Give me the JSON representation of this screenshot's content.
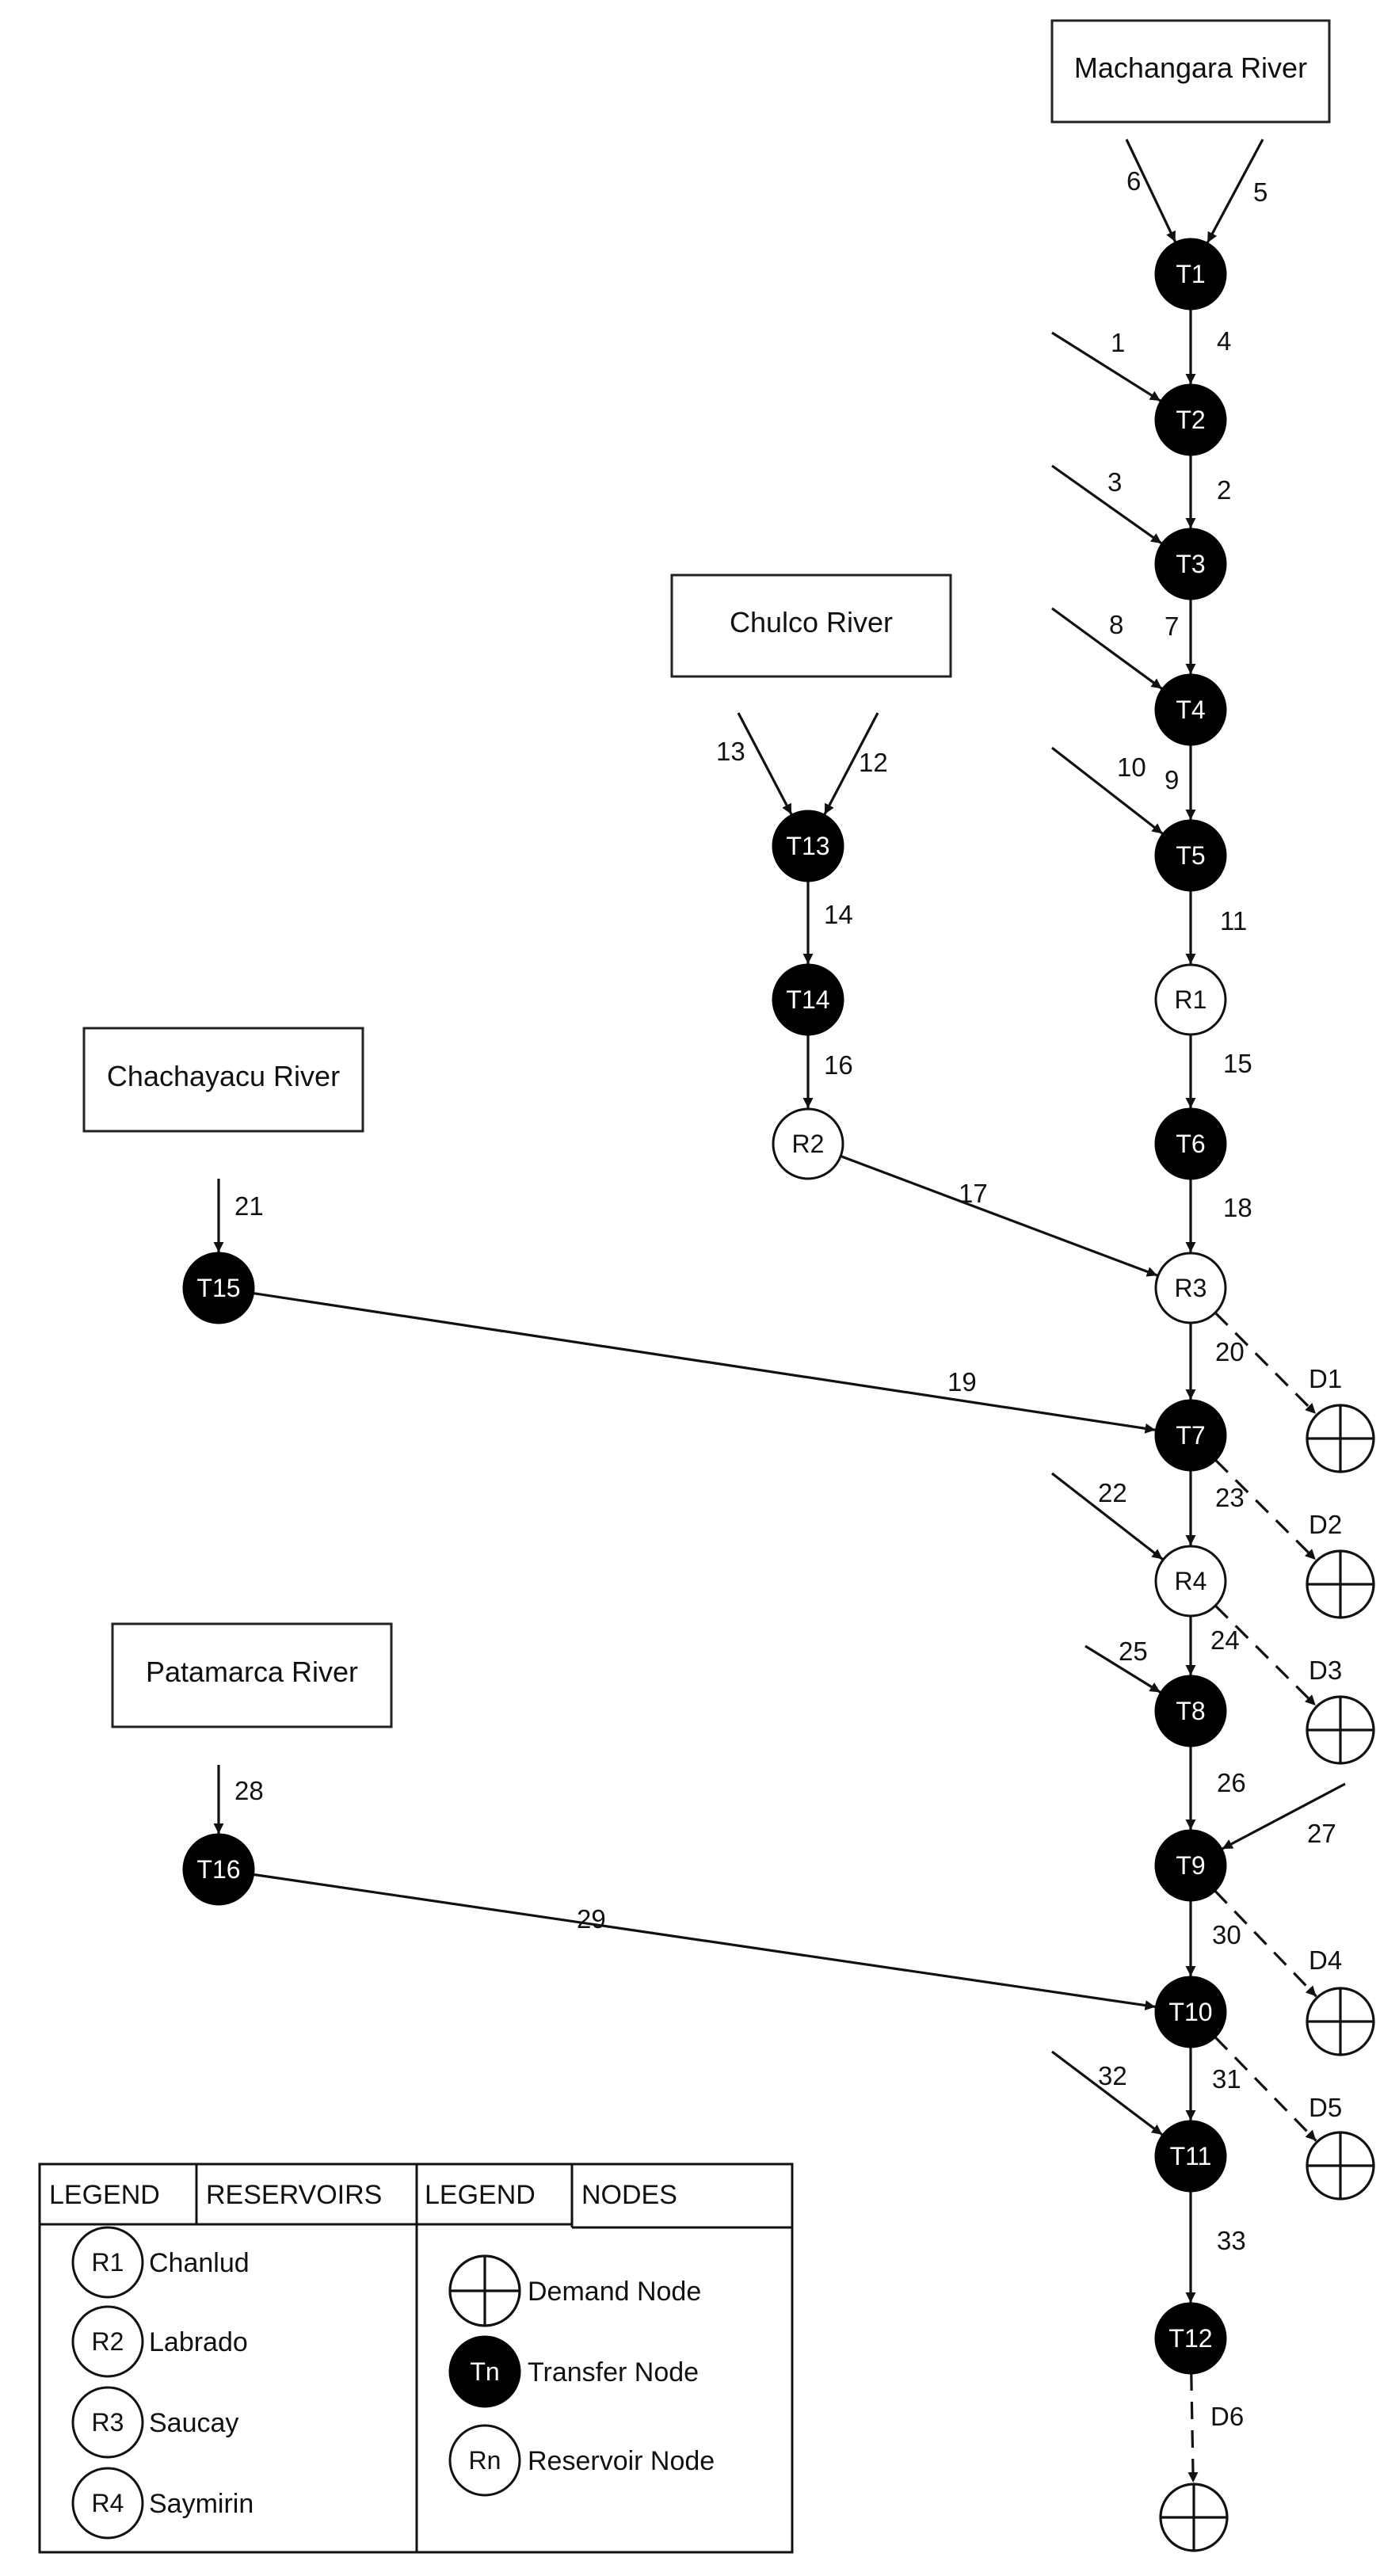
{
  "rivers": [
    {
      "id": "machangara",
      "label": "Machangara River"
    },
    {
      "id": "chulco",
      "label": "Chulco River"
    },
    {
      "id": "chachayacu",
      "label": "Chachayacu River"
    },
    {
      "id": "patamarca",
      "label": "Patamarca River"
    }
  ],
  "nodes": [
    {
      "id": "T1",
      "label": "T1",
      "type": "transfer"
    },
    {
      "id": "T2",
      "label": "T2",
      "type": "transfer"
    },
    {
      "id": "T3",
      "label": "T3",
      "type": "transfer"
    },
    {
      "id": "T4",
      "label": "T4",
      "type": "transfer"
    },
    {
      "id": "T5",
      "label": "T5",
      "type": "transfer"
    },
    {
      "id": "R1",
      "label": "R1",
      "type": "reservoir"
    },
    {
      "id": "T6",
      "label": "T6",
      "type": "transfer"
    },
    {
      "id": "R3",
      "label": "R3",
      "type": "reservoir"
    },
    {
      "id": "T7",
      "label": "T7",
      "type": "transfer"
    },
    {
      "id": "R4",
      "label": "R4",
      "type": "reservoir"
    },
    {
      "id": "T8",
      "label": "T8",
      "type": "transfer"
    },
    {
      "id": "T9",
      "label": "T9",
      "type": "transfer"
    },
    {
      "id": "T10",
      "label": "T10",
      "type": "transfer"
    },
    {
      "id": "T11",
      "label": "T11",
      "type": "transfer"
    },
    {
      "id": "T12",
      "label": "T12",
      "type": "transfer"
    },
    {
      "id": "T13",
      "label": "T13",
      "type": "transfer"
    },
    {
      "id": "T14",
      "label": "T14",
      "type": "transfer"
    },
    {
      "id": "R2",
      "label": "R2",
      "type": "reservoir"
    },
    {
      "id": "T15",
      "label": "T15",
      "type": "transfer"
    },
    {
      "id": "T16",
      "label": "T16",
      "type": "transfer"
    }
  ],
  "demands": [
    {
      "id": "D1",
      "label": "D1"
    },
    {
      "id": "D2",
      "label": "D2"
    },
    {
      "id": "D3",
      "label": "D3"
    },
    {
      "id": "D4",
      "label": "D4"
    },
    {
      "id": "D5",
      "label": "D5"
    },
    {
      "id": "D6",
      "label": "D6"
    }
  ],
  "links": [
    {
      "id": "6",
      "label": "6",
      "from": "Machangara River",
      "to": "T1"
    },
    {
      "id": "5",
      "label": "5",
      "from": "Machangara River",
      "to": "T1"
    },
    {
      "id": "4",
      "label": "4",
      "from": "T1",
      "to": "T2"
    },
    {
      "id": "1",
      "label": "1",
      "from": "inflow",
      "to": "T2"
    },
    {
      "id": "2",
      "label": "2",
      "from": "T2",
      "to": "T3"
    },
    {
      "id": "3",
      "label": "3",
      "from": "inflow",
      "to": "T3"
    },
    {
      "id": "7",
      "label": "7",
      "from": "T3",
      "to": "T4"
    },
    {
      "id": "8",
      "label": "8",
      "from": "inflow",
      "to": "T4"
    },
    {
      "id": "9",
      "label": "9",
      "from": "T4",
      "to": "T5"
    },
    {
      "id": "10",
      "label": "10",
      "from": "inflow",
      "to": "T5"
    },
    {
      "id": "11",
      "label": "11",
      "from": "T5",
      "to": "R1"
    },
    {
      "id": "15",
      "label": "15",
      "from": "R1",
      "to": "T6"
    },
    {
      "id": "18",
      "label": "18",
      "from": "T6",
      "to": "R3"
    },
    {
      "id": "13",
      "label": "13",
      "from": "Chulco River",
      "to": "T13"
    },
    {
      "id": "12",
      "label": "12",
      "from": "Chulco River",
      "to": "T13"
    },
    {
      "id": "14",
      "label": "14",
      "from": "T13",
      "to": "T14"
    },
    {
      "id": "16",
      "label": "16",
      "from": "T14",
      "to": "R2"
    },
    {
      "id": "17",
      "label": "17",
      "from": "R2",
      "to": "R3"
    },
    {
      "id": "21",
      "label": "21",
      "from": "Chachayacu River",
      "to": "T15"
    },
    {
      "id": "19",
      "label": "19",
      "from": "T15",
      "to": "T7"
    },
    {
      "id": "20",
      "label": "20",
      "from": "R3",
      "to": "T7"
    },
    {
      "id": "23",
      "label": "23",
      "from": "T7",
      "to": "R4"
    },
    {
      "id": "22",
      "label": "22",
      "from": "inflow",
      "to": "R4"
    },
    {
      "id": "24",
      "label": "24",
      "from": "R4",
      "to": "T8"
    },
    {
      "id": "25",
      "label": "25",
      "from": "inflow",
      "to": "T8"
    },
    {
      "id": "26",
      "label": "26",
      "from": "T8",
      "to": "T9"
    },
    {
      "id": "27",
      "label": "27",
      "from": "inflow",
      "to": "T9"
    },
    {
      "id": "28",
      "label": "28",
      "from": "Patamarca River",
      "to": "T16"
    },
    {
      "id": "29",
      "label": "29",
      "from": "T16",
      "to": "T10"
    },
    {
      "id": "30",
      "label": "30",
      "from": "T9",
      "to": "T10"
    },
    {
      "id": "31",
      "label": "31",
      "from": "T10",
      "to": "T11"
    },
    {
      "id": "32",
      "label": "32",
      "from": "inflow",
      "to": "T11"
    },
    {
      "id": "33",
      "label": "33",
      "from": "T11",
      "to": "T12"
    }
  ],
  "demand_links": [
    {
      "from": "R3",
      "to": "D1"
    },
    {
      "from": "T7",
      "to": "D2"
    },
    {
      "from": "R4",
      "to": "D3"
    },
    {
      "from": "T9",
      "to": "D4"
    },
    {
      "from": "T10",
      "to": "D5"
    },
    {
      "from": "T12",
      "to": "D6"
    }
  ],
  "legend": {
    "header_legend_1": "LEGEND",
    "header_reservoirs": "RESERVOIRS",
    "header_legend_2": "LEGEND",
    "header_nodes": "NODES",
    "reservoirs": [
      {
        "symbol": "R1",
        "name": "Chanlud"
      },
      {
        "symbol": "R2",
        "name": "Labrado"
      },
      {
        "symbol": "R3",
        "name": "Saucay"
      },
      {
        "symbol": "R4",
        "name": "Saymirin"
      }
    ],
    "node_types": [
      {
        "symbol": "",
        "name": "Demand Node",
        "kind": "demand"
      },
      {
        "symbol": "Tn",
        "name": "Transfer Node",
        "kind": "transfer"
      },
      {
        "symbol": "Rn",
        "name": "Reservoir Node",
        "kind": "reservoir"
      }
    ]
  },
  "colors": {
    "transfer_fill": "#000000",
    "reservoir_fill": "#ffffff",
    "line": "#111111"
  }
}
